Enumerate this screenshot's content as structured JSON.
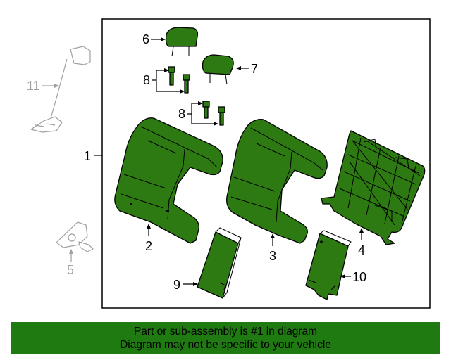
{
  "callouts": {
    "c1": "1",
    "c2": "2",
    "c3": "3",
    "c4": "4",
    "c5": "5",
    "c6": "6",
    "c7": "7",
    "c8a": "8",
    "c8b": "8",
    "c9": "9",
    "c10": "10",
    "c11": "11"
  },
  "notice": {
    "line1": "Part or sub-assembly is #1 in diagram",
    "line2": "Diagram may not be specific to your vehicle"
  },
  "colors": {
    "part_fill": "#2d7a12",
    "banner": "#1f7a12",
    "external_part": "#a0a0a0"
  }
}
